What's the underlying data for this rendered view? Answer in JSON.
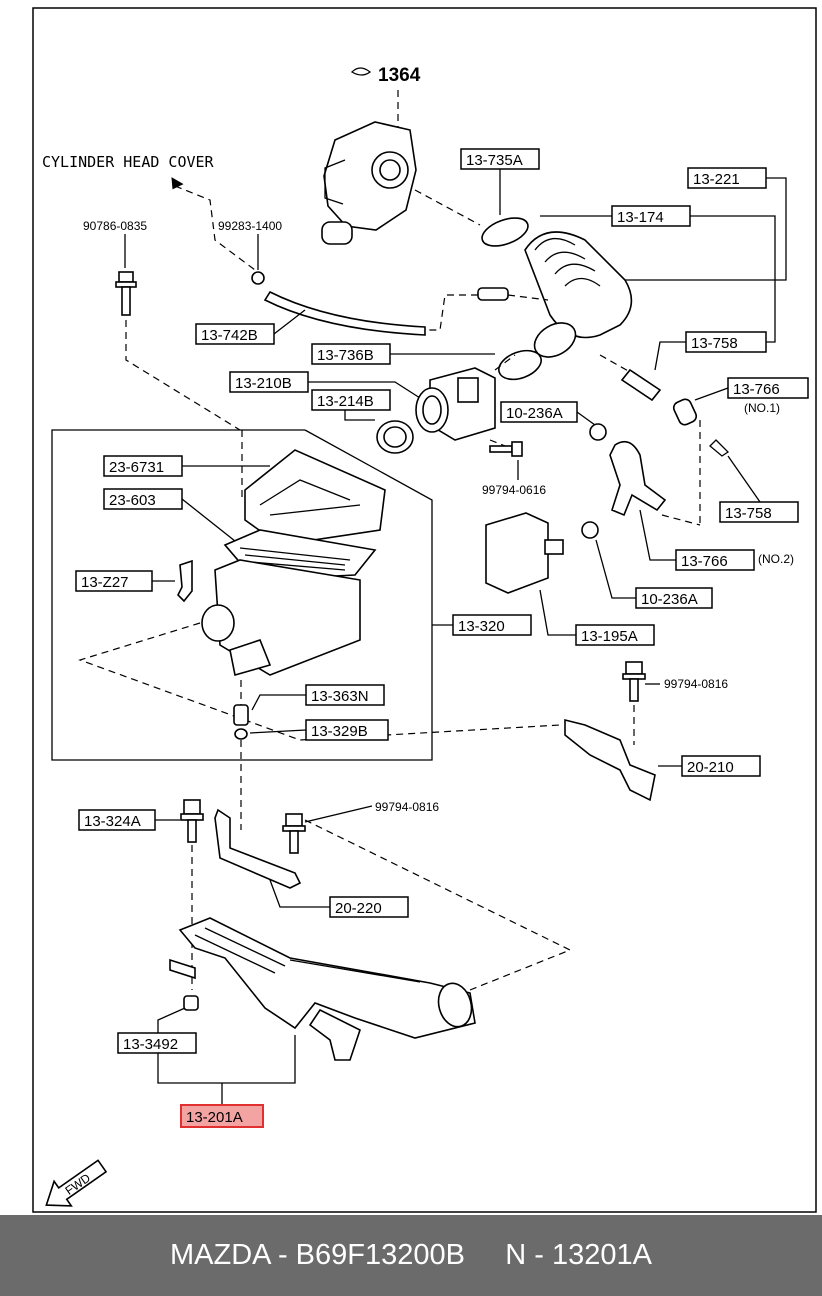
{
  "diagram": {
    "header_ref": "1364",
    "cylinder_head_cover": "CYLINDER HEAD COVER",
    "fwd": "FWD",
    "labels": {
      "p13_735A": "13-735A",
      "p13_221": "13-221",
      "p13_174": "13-174",
      "p13_758a": "13-758",
      "p13_736B": "13-736B",
      "p13_210B": "13-210B",
      "p13_214B": "13-214B",
      "p13_742B": "13-742B",
      "p13_766a": "13-766",
      "no1": "(NO.1)",
      "p10_236Aa": "10-236A",
      "p13_758b": "13-758",
      "p23_6731": "23-6731",
      "p23_603": "23-603",
      "p13_Z27": "13-Z27",
      "p13_766b": "13-766",
      "no2": "(NO.2)",
      "p10_236Ab": "10-236A",
      "p13_320": "13-320",
      "p13_195A": "13-195A",
      "p13_363N": "13-363N",
      "p13_329B": "13-329B",
      "p20_210": "20-210",
      "p13_324A": "13-324A",
      "p20_220": "20-220",
      "p13_3492": "13-3492",
      "p13_201A": "13-201A",
      "s90786_0835": "90786-0835",
      "s99283_1400": "99283-1400",
      "s99794_0616": "99794-0616",
      "s99794_0816a": "99794-0816",
      "s99794_0816b": "99794-0816"
    }
  },
  "footer": {
    "text": "MAZDA - B69F13200B     N - 13201A"
  }
}
